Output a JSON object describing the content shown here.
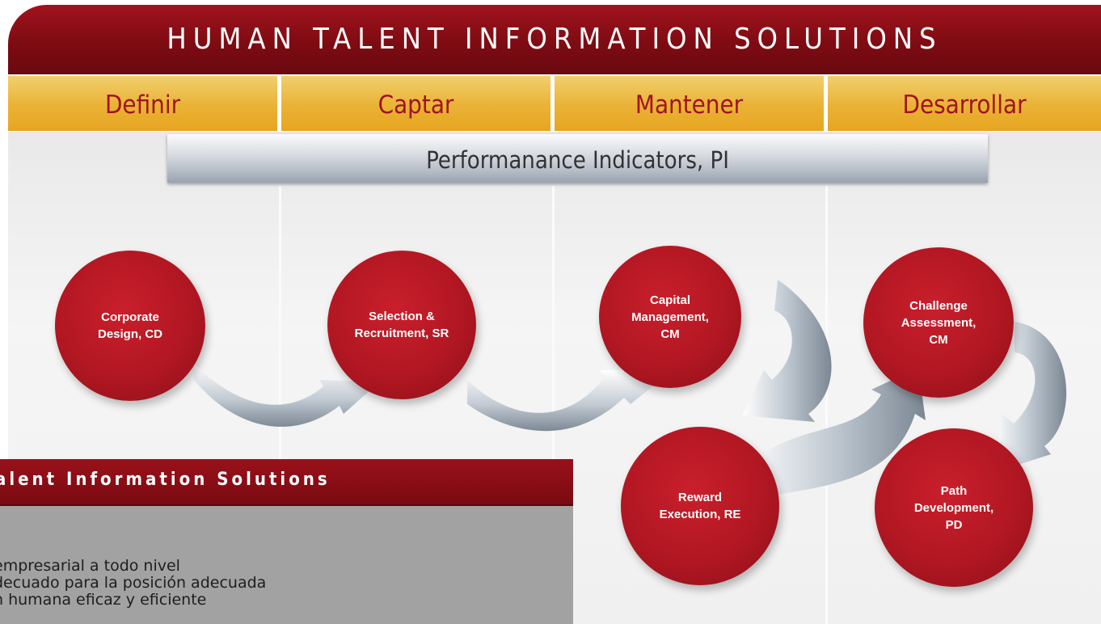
{
  "banner": {
    "title": "HUMAN TALENT INFORMATION SOLUTIONS"
  },
  "phases": [
    "Definir",
    "Captar",
    "Mantener",
    "Desarrollar"
  ],
  "indicator_bar": {
    "label": "Performanance Indicators, PI"
  },
  "stages": [
    {
      "label": "Corporate Design, CD"
    },
    {
      "label": "Selection & Recruitment, SR"
    },
    {
      "label": "Capital Management, CM"
    },
    {
      "label": "Reward Execution, RE"
    },
    {
      "label": "Challenge Assessment, CM"
    },
    {
      "label": "Path Development, PD"
    }
  ],
  "overlay_panel": {
    "title": "alent Information Solutions",
    "lines": [
      "empresarial a todo nivel",
      "decuado para la posición adecuada",
      "n humana eficaz y eficiente"
    ]
  },
  "colors": {
    "banner": "#8a0e16",
    "phase_bar": "#eab235",
    "phase_text": "#a0141e",
    "circle": "#b11722",
    "arrow": "#8c98a6"
  }
}
